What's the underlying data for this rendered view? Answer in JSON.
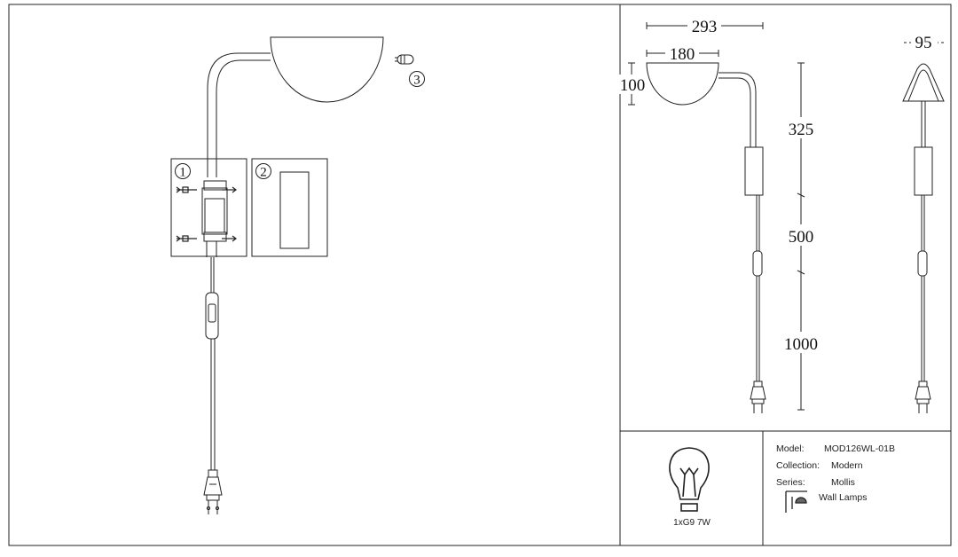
{
  "dimensions": {
    "total_width": "293",
    "shade_width": "180",
    "shade_height": "100",
    "side_width": "95",
    "arm_height": "325",
    "body_to_switch": "500",
    "switch_to_plug": "1000"
  },
  "callouts": {
    "one": "1",
    "two": "2",
    "three": "3"
  },
  "lamp": {
    "bulb": "1xG9 7W"
  },
  "info": {
    "model_label": "Model:",
    "model_value": "MOD126WL-01B",
    "collection_label": "Collection:",
    "collection_value": "Modern",
    "series_label": "Series:",
    "series_value": "Mollis",
    "type_value": "Wall Lamps"
  },
  "icons": {
    "bulb": "light-bulb-icon",
    "wall_lamp": "wall-lamp-icon"
  }
}
